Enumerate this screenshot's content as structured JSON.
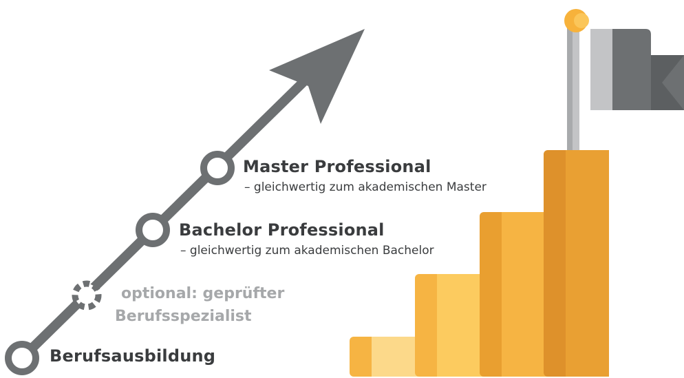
{
  "steps": [
    {
      "title": "Master Professional",
      "subtitle": "– gleichwertig zum akademischen Master"
    },
    {
      "title": "Bachelor Professional",
      "subtitle": "– gleichwertig zum akademischen Bachelor"
    },
    {
      "title_line1": "optional: geprüfter",
      "title_line2": "Berufsspezialist",
      "optional": true
    },
    {
      "title": "Berufsausbildung"
    }
  ],
  "colors": {
    "path": "#6d7072",
    "text": "#3a3c3e",
    "optional_text": "#a6a8aa",
    "stairs_light": "#fccb5f",
    "stairs_mid": "#f6b443",
    "stairs_dark": "#e89e2f",
    "flag": "#6d7072",
    "flag_light": "#c3c4c6",
    "pole_ball": "#f7b23b"
  }
}
